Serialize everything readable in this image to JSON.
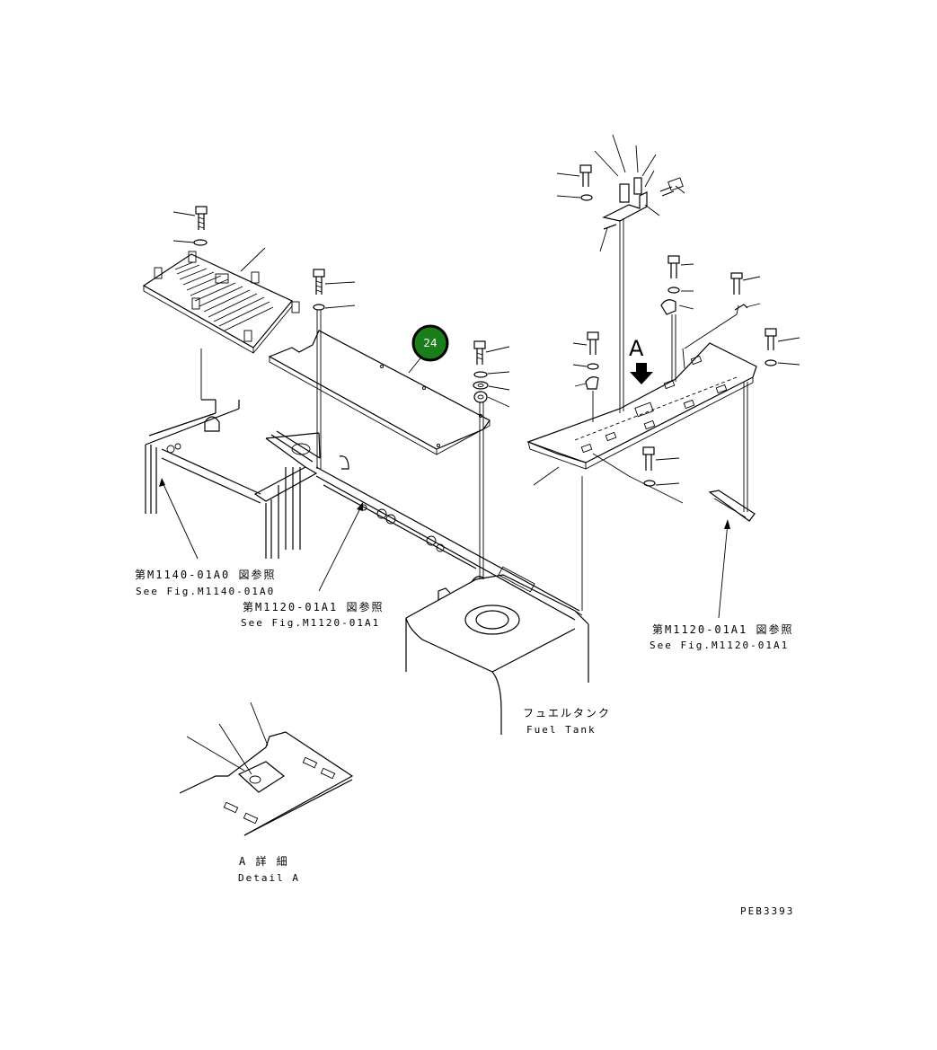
{
  "badge": {
    "number": "24",
    "color": "#1a7f1a",
    "ring": "#000000"
  },
  "references": {
    "ref1": {
      "jp": "第M1140-01A0 図参照",
      "en": "See Fig.M1140-01A0"
    },
    "ref2": {
      "jp": "第M1120-01A1 図参照",
      "en": "See Fig.M1120-01A1"
    },
    "ref3": {
      "jp": "第M1120-01A1 図参照",
      "en": "See Fig.M1120-01A1"
    }
  },
  "fuel_tank": {
    "jp": "フュエルタンク",
    "en": "Fuel Tank"
  },
  "detail": {
    "jp": "A 詳 細",
    "en": "Detail A"
  },
  "view_marker": "A",
  "drawing_code": "PEB3393"
}
